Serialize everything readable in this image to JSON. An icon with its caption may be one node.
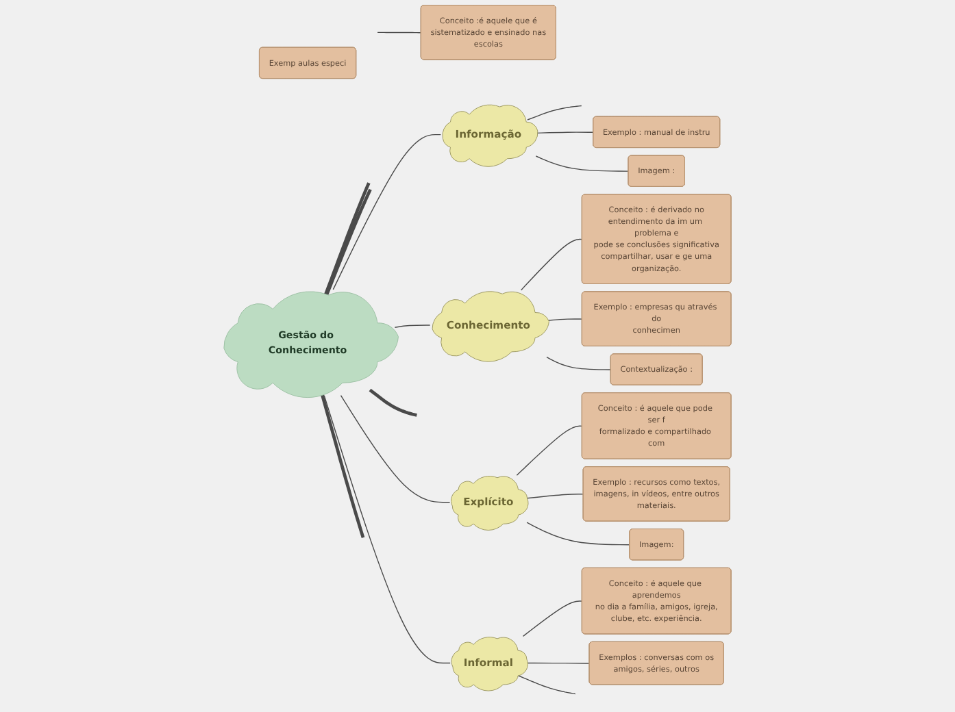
{
  "diagram": {
    "nodes": [
      {
        "text": [
          "Gestão do Conhecimento"
        ]
      },
      {
        "text": [
          "Informação"
        ]
      },
      {
        "text": [
          "Exemplo : manual de instru"
        ]
      },
      {
        "text": [
          "Imagem :"
        ]
      },
      {
        "text": [
          "Conhecimento"
        ]
      },
      {
        "text": [
          "Conceito : é derivado no entendimento da im um problema e pode se conclusões significativa compartilhar, usar e ge uma organização."
        ]
      },
      {
        "text": [
          "Exemplo : empresas qu através do conhecimen"
        ]
      },
      {
        "text": [
          "Contextualização :"
        ]
      },
      {
        "text": [
          "Conceito :é aquele que é sistematizado e ensinado nas escolas"
        ]
      },
      {
        "text": [
          "Exemp aulas especi"
        ]
      },
      {
        "text": [
          "Explícito"
        ]
      },
      {
        "text": [
          "Conceito : é aquele que pode ser f formalizado e compartilhado com"
        ]
      },
      {
        "text": [
          "Exemplo : recursos como textos, imagens, in vídeos, entre outros materiais."
        ]
      },
      {
        "text": [
          "Imagem:"
        ]
      },
      {
        "text": [
          "Informal"
        ]
      },
      {
        "text": [
          "Conceito : é aquele que aprendemos no dia a família, amigos, igreja, clube, etc. experiência."
        ]
      },
      {
        "text": [
          "Exemplos : conversas com os amigos, séries, outros"
        ]
      }
    ],
    "edges": [
      {
        "from": 0,
        "to": null,
        "arrow": "none",
        "style": "thick"
      },
      {
        "from": 0,
        "to": null,
        "arrow": "none",
        "style": "thick"
      },
      {
        "from": 0,
        "to": 1,
        "arrow": "none"
      },
      {
        "from": 1,
        "to": null,
        "arrow": "none"
      },
      {
        "from": 1,
        "to": 2,
        "arrow": "none"
      },
      {
        "from": 1,
        "to": 3,
        "arrow": "none"
      },
      {
        "from": 0,
        "to": 4,
        "arrow": "none"
      },
      {
        "from": 4,
        "to": 5,
        "arrow": "none"
      },
      {
        "from": 4,
        "to": 6,
        "arrow": "none"
      },
      {
        "from": 4,
        "to": 7,
        "arrow": "none"
      },
      {
        "from": 0,
        "to": null,
        "arrow": "none",
        "style": "thick"
      },
      {
        "from": null,
        "to": 8,
        "arrow": "none"
      },
      {
        "from": 0,
        "to": 10,
        "arrow": "none"
      },
      {
        "from": 10,
        "to": 11,
        "arrow": "none"
      },
      {
        "from": 10,
        "to": 12,
        "arrow": "none"
      },
      {
        "from": 10,
        "to": 13,
        "arrow": "none"
      },
      {
        "from": 0,
        "to": 14,
        "arrow": "none"
      },
      {
        "from": 14,
        "to": 15,
        "arrow": "none"
      },
      {
        "from": 14,
        "to": 16,
        "arrow": "none"
      },
      {
        "from": 14,
        "to": null,
        "arrow": "none"
      },
      {
        "from": 0,
        "to": null,
        "arrow": "none",
        "style": "thick"
      }
    ]
  }
}
